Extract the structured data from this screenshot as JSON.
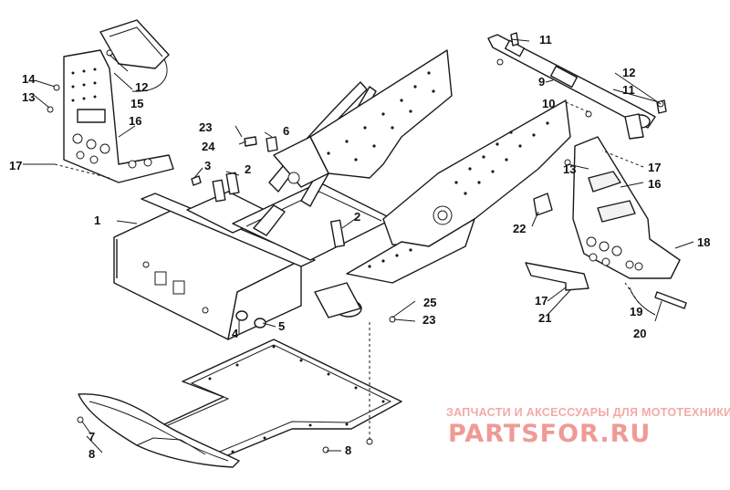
{
  "watermark": {
    "subtitle": "ЗАПЧАСТИ И АКСЕССУАРЫ ДЛЯ МОТОТЕХНИКИ",
    "brand": "PARTSFOR.RU"
  },
  "colors": {
    "line": "#1a1a1a",
    "watermark": "#ef9a96"
  },
  "callouts": {
    "c1": "1",
    "c2a": "2",
    "c2b": "2",
    "c3": "3",
    "c4": "4",
    "c5": "5",
    "c6": "6",
    "c7": "7",
    "c8a": "8",
    "c8b": "8",
    "c9": "9",
    "c10": "10",
    "c11a": "11",
    "c11b": "11",
    "c12a": "12",
    "c12b": "12",
    "c13a": "13",
    "c13b": "13",
    "c14": "14",
    "c15": "15",
    "c16a": "16",
    "c16b": "16",
    "c17a": "17",
    "c17b": "17",
    "c17c": "17",
    "c18": "18",
    "c19": "19",
    "c20": "20",
    "c21": "21",
    "c22": "22",
    "c23a": "23",
    "c23b": "23",
    "c24": "24",
    "c25": "25"
  }
}
